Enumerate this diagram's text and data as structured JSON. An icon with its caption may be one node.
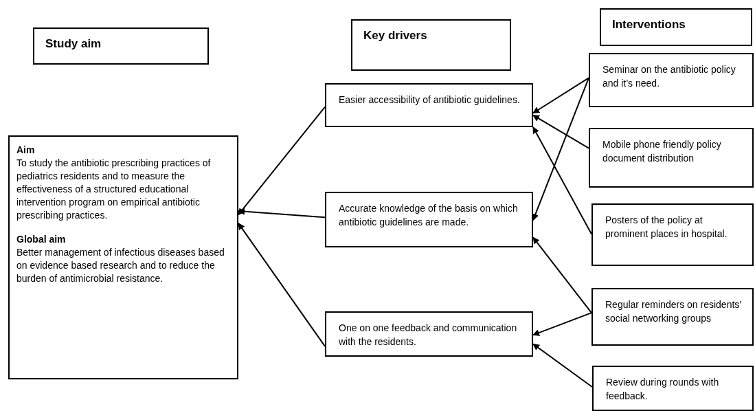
{
  "diagram": {
    "nodes": [
      {
        "text": [
          "Study aim"
        ]
      },
      {
        "text": [
          "Key drivers"
        ]
      },
      {
        "text": [
          "Interventions"
        ]
      },
      {
        "text": [
          "Aim",
          "To study the antibiotic prescribing practices of pediatrics residents and to measure the effectiveness of a structured educational intervention program on empirical antibiotic prescribing practices.",
          "Global aim",
          "Better management of infectious diseases based on evidence based research and to reduce the burden of antimicrobial resistance."
        ]
      },
      {
        "text": [
          "Easier accessibility of antibiotic guidelines."
        ]
      },
      {
        "text": [
          "Accurate knowledge of the basis on which antibiotic guidelines are made."
        ]
      },
      {
        "text": [
          "One on one feedback and communication with the residents."
        ]
      },
      {
        "text": [
          "Seminar on the antibiotic policy and it’s need."
        ]
      },
      {
        "text": [
          "Mobile phone friendly policy document distribution"
        ]
      },
      {
        "text": [
          "Posters of the policy at prominent places in hospital."
        ]
      },
      {
        "text": [
          "Regular reminders on residents’ social networking groups"
        ]
      },
      {
        "text": [
          "Review during rounds with feedback."
        ]
      }
    ],
    "edges": [
      {
        "from": 4,
        "to": 3,
        "arrow": "to"
      },
      {
        "from": 5,
        "to": 3,
        "arrow": "to"
      },
      {
        "from": 6,
        "to": 3,
        "arrow": "to"
      },
      {
        "from": 7,
        "to": 4,
        "arrow": "to"
      },
      {
        "from": 7,
        "to": 5,
        "arrow": "to"
      },
      {
        "from": 8,
        "to": 4,
        "arrow": "to"
      },
      {
        "from": 9,
        "to": 4,
        "arrow": "to"
      },
      {
        "from": 10,
        "to": 5,
        "arrow": "to"
      },
      {
        "from": 10,
        "to": 6,
        "arrow": "to"
      },
      {
        "from": 11,
        "to": 6,
        "arrow": "to"
      }
    ]
  }
}
